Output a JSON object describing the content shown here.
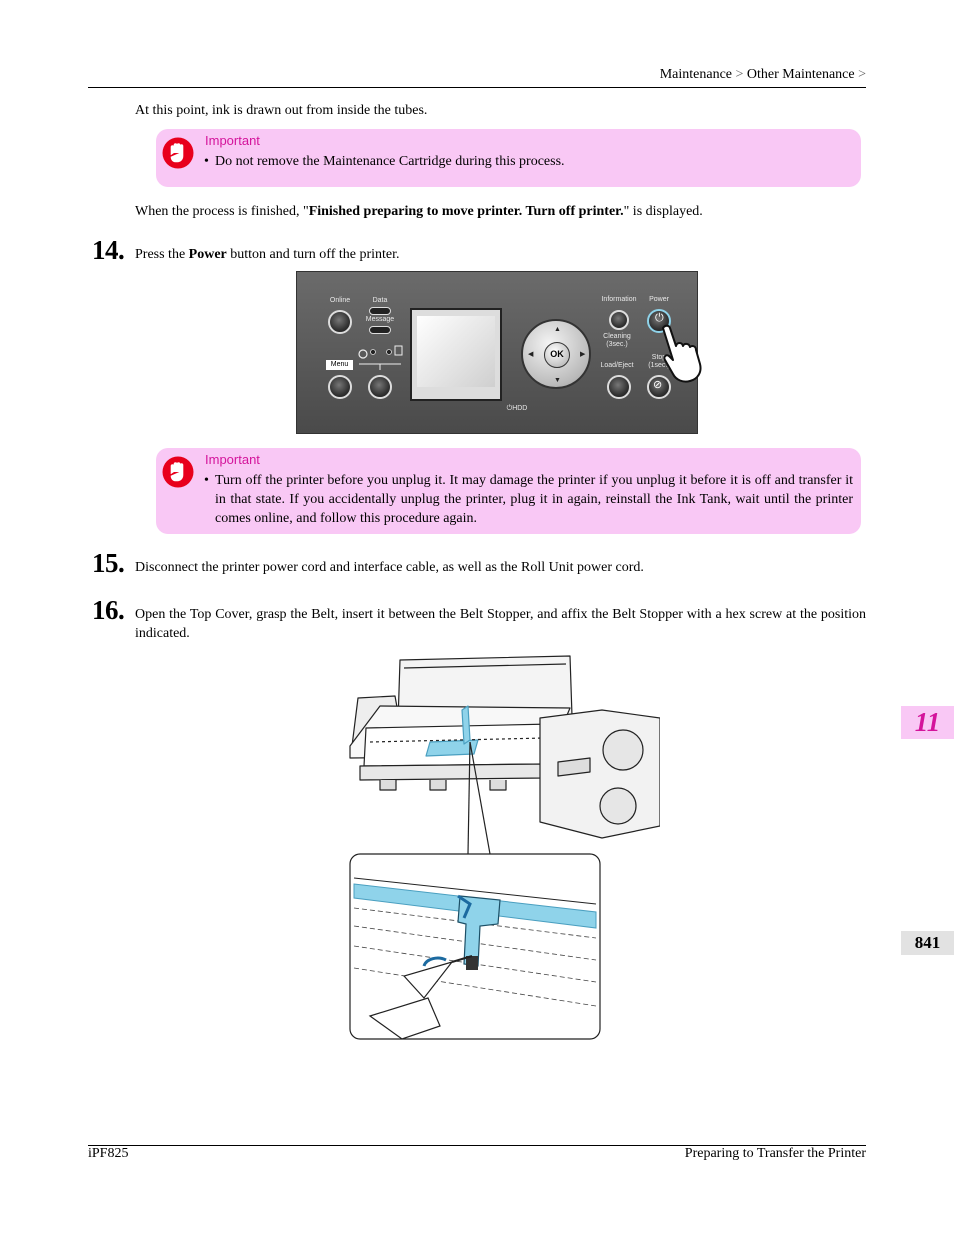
{
  "header": {
    "breadcrumb": [
      "Maintenance",
      "Other Maintenance"
    ],
    "separator": ">"
  },
  "intro_text": "At this point, ink is drawn out from inside the tubes.",
  "important_1": {
    "title": "Important",
    "bullet": "•",
    "text": "Do not remove the Maintenance Cartridge during this process."
  },
  "finished_text": {
    "before": "When the process is finished, \"",
    "bold": "Finished preparing to move printer. Turn off printer.",
    "after": "\" is displayed."
  },
  "step14": {
    "number": "14.",
    "before": "Press the ",
    "bold": "Power",
    "after": " button and turn off the printer."
  },
  "control_panel": {
    "online": "Online",
    "data": "Data",
    "message": "Message",
    "menu": "Menu",
    "ok": "OK",
    "hdd": "HDD",
    "information": "Information",
    "power": "Power",
    "cleaning": "Cleaning",
    "cleaning_hint": "(3sec.)",
    "load_eject": "Load/Eject",
    "stop": "Stop",
    "stop_hint": "(1sec.)"
  },
  "important_2": {
    "title": "Important",
    "bullet": "•",
    "text": "Turn off the printer before you unplug it. It may damage the printer if you unplug it before it is off and transfer it in that state. If you accidentally unplug the printer, plug it in again, reinstall the Ink Tank, wait until the printer comes online, and follow this procedure again."
  },
  "step15": {
    "number": "15.",
    "text": "Disconnect the printer power cord and interface cable, as well as the Roll Unit power cord."
  },
  "step16": {
    "number": "16.",
    "text": "Open the Top Cover, grasp the Belt, insert it between the Belt Stopper, and affix the Belt Stopper with a hex screw at the position indicated."
  },
  "side_tabs": {
    "chapter": "11",
    "page": "841"
  },
  "footer": {
    "left": "iPF825",
    "right": "Preparing to Transfer the Printer"
  },
  "colors": {
    "important_bg": "#f9c8f5",
    "important_title": "#d4149b",
    "important_icon": "#e8001c",
    "highlight_blue": "#8fd3ea",
    "page_tab_bg": "#e2e2e2"
  }
}
